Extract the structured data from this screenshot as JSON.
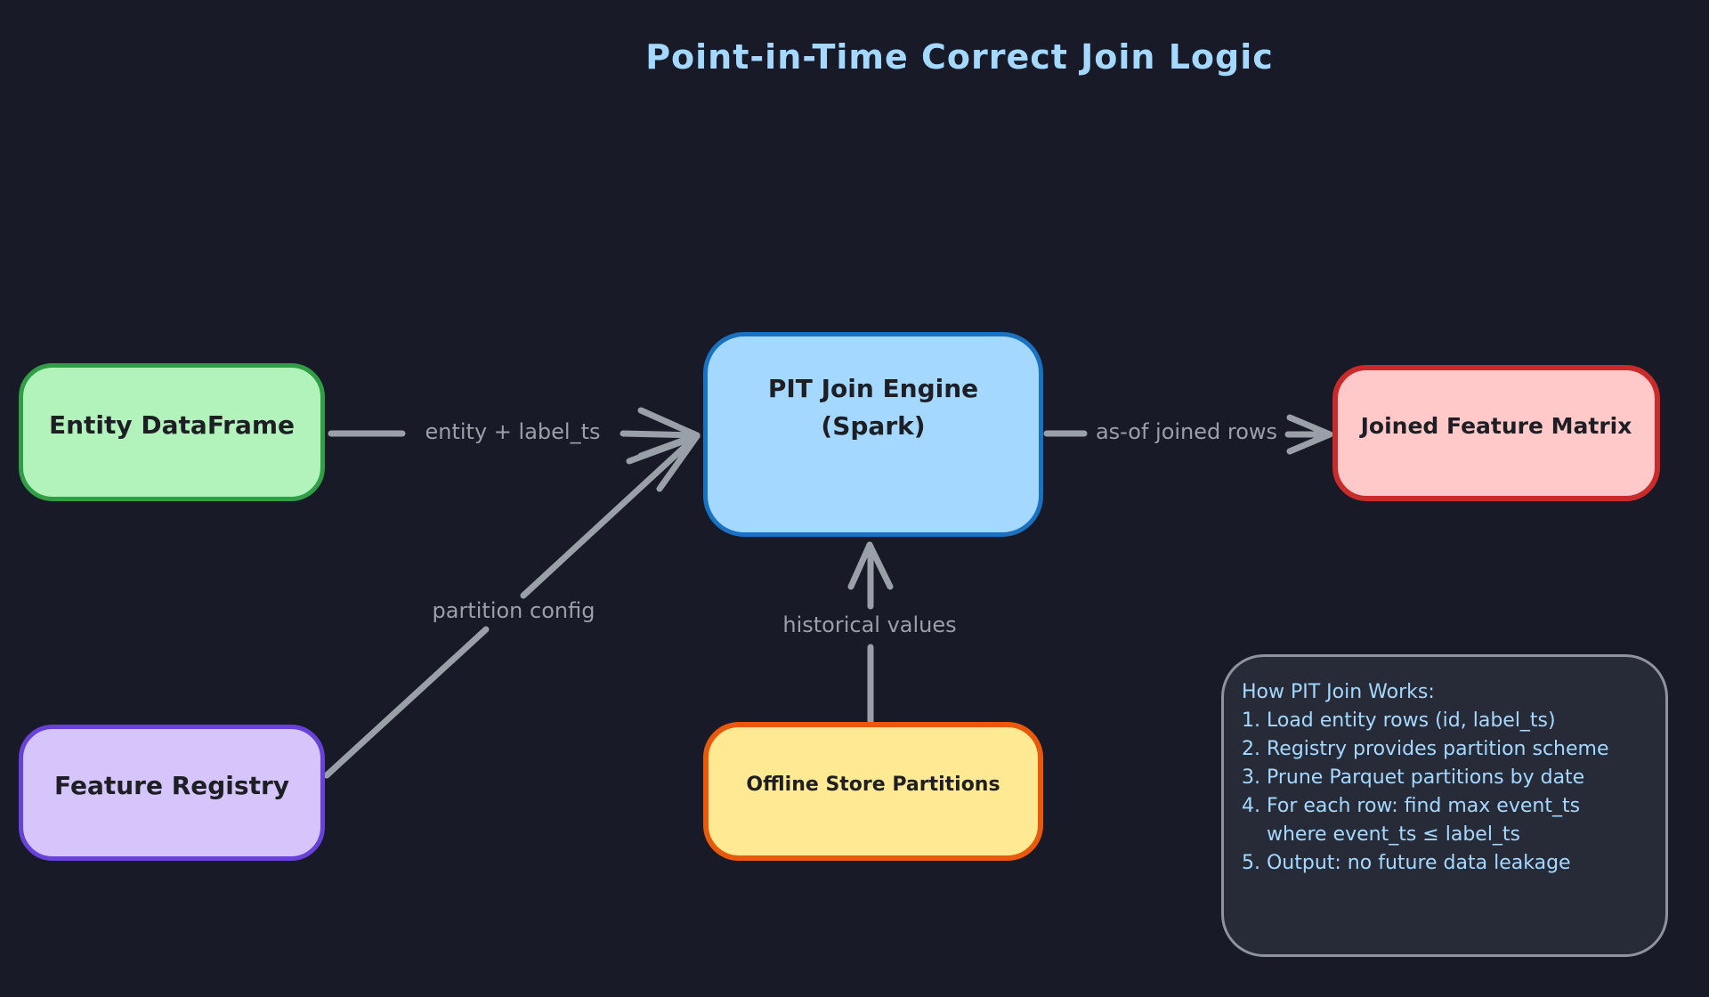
{
  "title": "Point-in-Time Correct Join Logic",
  "colors": {
    "background": "#181b27",
    "title_text": "#a5d8ff",
    "note_text": "#a5d8ff",
    "note_fill": "#272b38",
    "note_border": "#8d949d",
    "arrow": "#99a0a8",
    "edge_label_text": "#99a0a8",
    "node_text": "#1d1f24",
    "entity_fill": "#b2f2bb",
    "entity_border": "#2f9e44",
    "registry_fill": "#d5c5fb",
    "registry_border": "#6741d9",
    "pit_fill": "#a5d8ff",
    "pit_border": "#1971c2",
    "offline_fill": "#ffe992",
    "offline_border": "#e8590c",
    "joined_fill": "#ffc9c9",
    "joined_border": "#c92a2a"
  },
  "nodes": {
    "entity": {
      "label": "Entity DataFrame"
    },
    "registry": {
      "label": "Feature Registry"
    },
    "pit": {
      "label": "PIT Join Engine\n(Spark)"
    },
    "offline": {
      "label": "Offline Store Partitions"
    },
    "joined": {
      "label": "Joined Feature Matrix"
    }
  },
  "edges": {
    "entity_to_pit": {
      "label": "entity + label_ts"
    },
    "registry_to_pit": {
      "label": "partition config"
    },
    "offline_to_pit": {
      "label": "historical values"
    },
    "pit_to_joined": {
      "label": "as-of joined rows"
    }
  },
  "note": {
    "lines": [
      "How PIT Join Works:",
      "1. Load entity rows (id, label_ts)",
      "2. Registry provides partition scheme",
      "3. Prune Parquet partitions by date",
      "4. For each row: find max event_ts",
      "where event_ts ≤ label_ts",
      "5. Output: no future data leakage"
    ]
  }
}
